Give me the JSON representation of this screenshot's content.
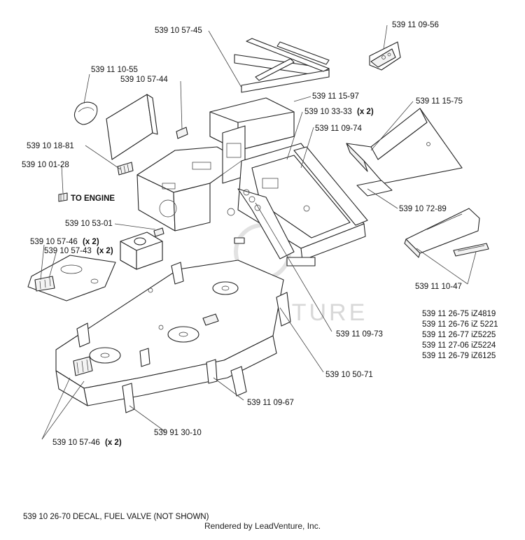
{
  "callouts": {
    "c1": "539 10 57-45",
    "c2": "539 11 09-56",
    "c3": "539 11 10-55",
    "c4": "539 10 57-44",
    "c5": "539 11 15-97",
    "c6": "539 10 33-33",
    "c6_qty": "(x 2)",
    "c7": "539 11 15-75",
    "c8": "539 11 09-74",
    "c9": "539 10 18-81",
    "c10": "539 10 01-28",
    "c11": "539 10 72-89",
    "c12": "539 10 53-01",
    "c13": "539 10 57-46",
    "c13_qty": "(x 2)",
    "c14": "539 10 57-43",
    "c14_qty": "(x 2)",
    "c15": "539 11 10-47",
    "c16": "539 11 09-73",
    "c17": "539 10 50-71",
    "c18": "539 11 09-67",
    "c19": "539 91 30-10",
    "c20": "539 10 57-46",
    "c20_qty": "(x 2)"
  },
  "variants": [
    "539 11 26-75 iZ4819",
    "539 11 26-76 iZ 5221",
    "539 11 26-77 iZ5225",
    "539 11 27-06 iZ5224",
    "539 11 26-79 iZ6125"
  ],
  "to_engine_label": "TO ENGINE",
  "watermark": "LEADVENTURE",
  "note": "539 10 26-70 DECAL, FUEL VALVE (NOT SHOWN)",
  "footer": "Rendered by LeadVenture, Inc."
}
